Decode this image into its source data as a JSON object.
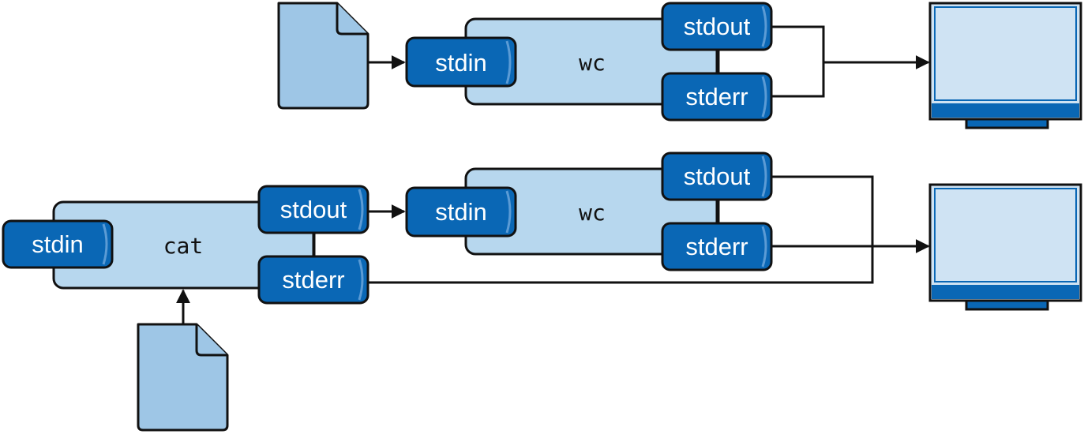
{
  "colors": {
    "process_fill": "#b7d7ee",
    "stream_fill": "#0a67b5",
    "stream_rim": "#5b9bd5",
    "file_fill": "#9ec6e6",
    "screen_fill": "#cfe3f3",
    "screen_frame": "#0a67b5",
    "stroke": "#111111"
  },
  "diagram": {
    "top_pipeline": {
      "input_file_icon": "file-icon",
      "process": {
        "name": "wc",
        "stdin": "stdin",
        "stdout": "stdout",
        "stderr": "stderr"
      },
      "output_icon": "monitor-icon"
    },
    "bottom_pipeline": {
      "input_file_icon": "file-icon",
      "process_cat": {
        "name": "cat",
        "stdin": "stdin",
        "stdout": "stdout",
        "stderr": "stderr"
      },
      "process_wc": {
        "name": "wc",
        "stdin": "stdin",
        "stdout": "stdout",
        "stderr": "stderr"
      },
      "output_icon": "monitor-icon"
    }
  }
}
